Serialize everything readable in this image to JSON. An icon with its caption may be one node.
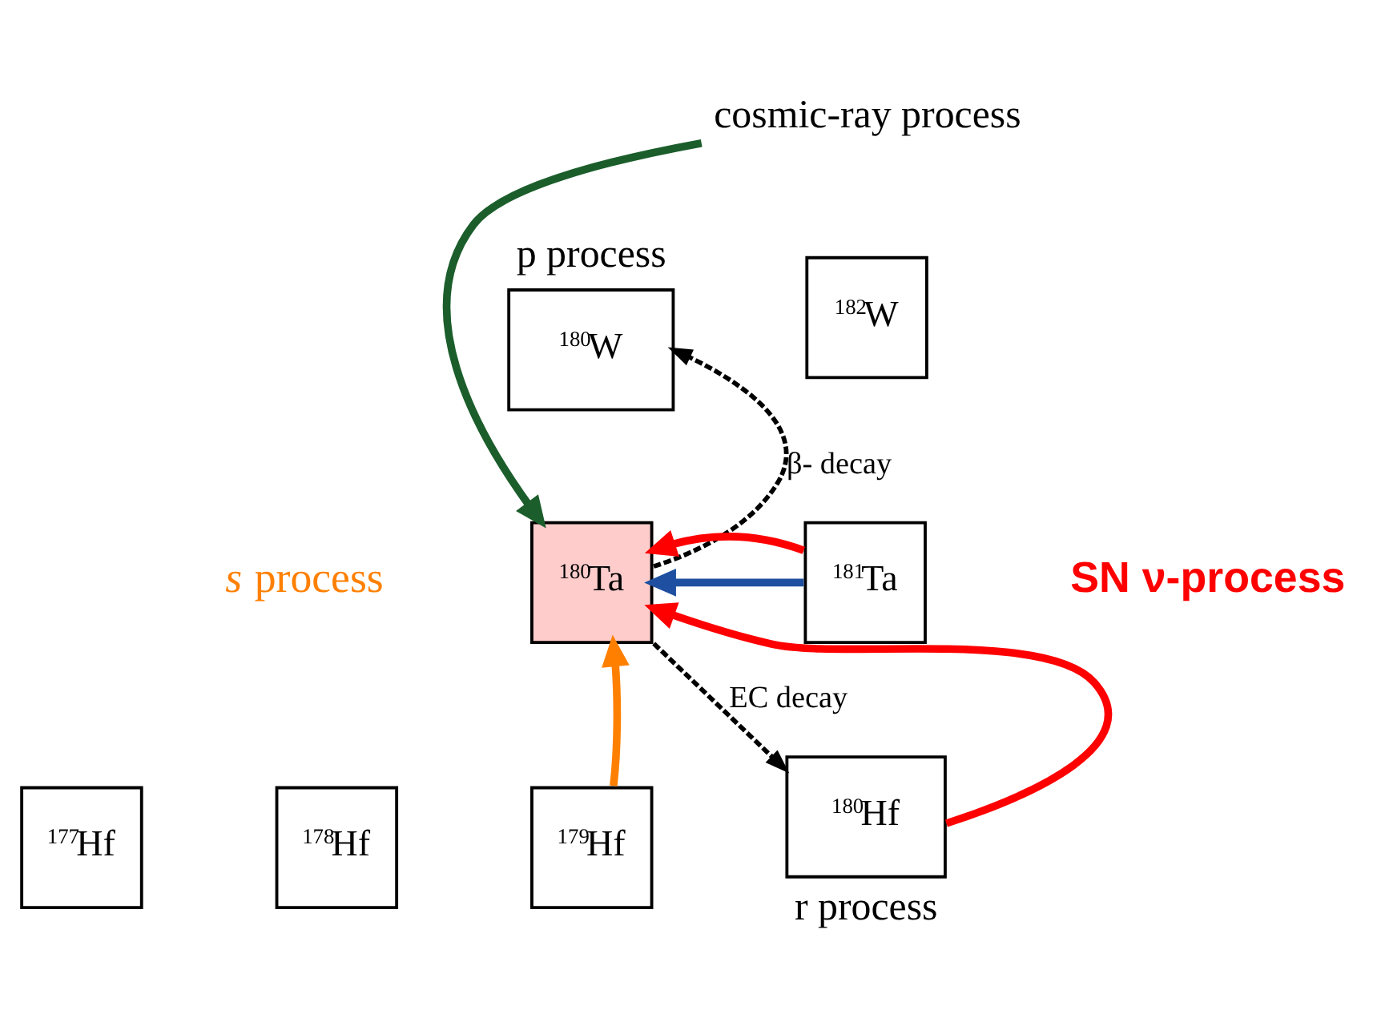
{
  "diagram": {
    "nodes": [
      {
        "text": [
          "cosmic-ray process"
        ]
      },
      {
        "text": [
          "$^{180}$W"
        ],
        "beside": [
          "p process"
        ]
      },
      {
        "text": [
          "$^{182}$W"
        ]
      },
      {
        "text": [
          "$^{180}$Ta"
        ]
      },
      {
        "text": [
          "$^{181}$Ta"
        ]
      },
      {
        "text": [
          "$^{177}$Hf"
        ]
      },
      {
        "text": [
          "$^{178}$Hf"
        ]
      },
      {
        "text": [
          "$^{179}$Hf"
        ]
      },
      {
        "text": [
          "$^{180}$Hf"
        ],
        "beside": [
          "r process"
        ]
      }
    ],
    "edges": [
      {
        "from": 3,
        "to": 1,
        "arrow": "to",
        "label": "β- decay",
        "style": "dashed"
      },
      {
        "from": 0,
        "to": 3,
        "arrow": "to",
        "color": "#1b5e2b"
      },
      {
        "from": 4,
        "to": 3,
        "arrow": "to",
        "color": "#1f4fa0"
      },
      {
        "from": 4,
        "to": 3,
        "arrow": "to",
        "color": "#ff0000"
      },
      {
        "from": 8,
        "to": 3,
        "arrow": "to",
        "color": "#ff0000"
      },
      {
        "from": 7,
        "to": 3,
        "arrow": "to",
        "color": "#ff8000"
      },
      {
        "from": 3,
        "to": 8,
        "arrow": "to",
        "label": "EC decay",
        "style": "dashed"
      }
    ],
    "labels": [
      "*s* process",
      "SN ν-process"
    ]
  }
}
